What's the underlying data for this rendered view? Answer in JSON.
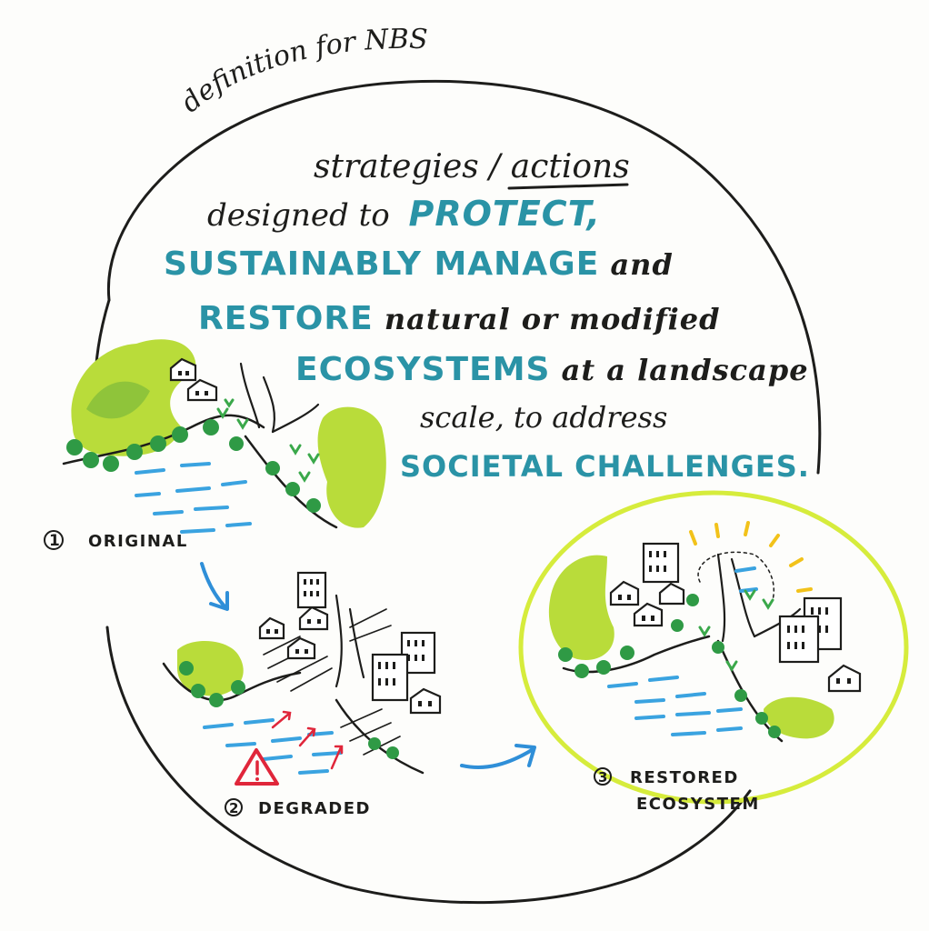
{
  "title": "definition for NBS",
  "definition": {
    "line1_script": "strategies / ",
    "line1_underlined": "actions",
    "line2_script": "designed to ",
    "line2_caps": "PROTECT,",
    "line3_caps": "SUSTAINABLY MANAGE",
    "line3_script": " and",
    "line4_caps": "RESTORE",
    "line4_script": " natural or modified",
    "line5_caps": "ECOSYSTEMS",
    "line5_script": " at a landscape",
    "line6_script": "scale, to address",
    "line7_caps": "SOCIETAL CHALLENGES."
  },
  "stages": [
    {
      "number": "1",
      "label": "ORIGINAL"
    },
    {
      "number": "2",
      "label": "DEGRADED"
    },
    {
      "number": "3",
      "label_line1": "RESTORED",
      "label_line2": "ECOSYSTEM"
    }
  ],
  "colors": {
    "ink": "#1d1d1b",
    "teal_text": "#2a93a6",
    "water": "#3aa3e0",
    "lime": "#b9dc3a",
    "tree_green": "#2f9a45",
    "warning_red": "#e0263a",
    "arrow_blue": "#2f8fd8",
    "sun_yellow": "#f2c21a",
    "restored_ring": "#d6ec3c"
  },
  "icons": [
    "house-icon",
    "tree-icon",
    "warning-icon",
    "sun-ray-icon",
    "arrow-icon"
  ]
}
